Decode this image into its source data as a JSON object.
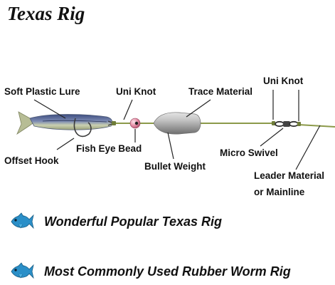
{
  "title": "Texas Rig",
  "labels": {
    "soft_plastic_lure": "Soft Plastic Lure",
    "uni_knot_1": "Uni Knot",
    "trace_material": "Trace Material",
    "uni_knot_2": "Uni Knot",
    "offset_hook": "Offset Hook",
    "fish_eye_bead": "Fish Eye Bead",
    "bullet_weight": "Bullet Weight",
    "micro_swivel": "Micro Swivel",
    "leader_material": "Leader Material",
    "or_mainline": "or Mainline"
  },
  "features": [
    {
      "icon": "fish-icon",
      "text": "Wonderful Popular Texas Rig"
    },
    {
      "icon": "fish-icon",
      "text": "Most Commonly Used Rubber Worm Rig"
    }
  ],
  "colors": {
    "line": "#8c9a4a",
    "lure_body": "#5e6e9a",
    "lure_belly": "#c8cfae",
    "weight": "#a9aaa9",
    "bead": "#e08aa0",
    "fish": "#2a8fc8"
  }
}
